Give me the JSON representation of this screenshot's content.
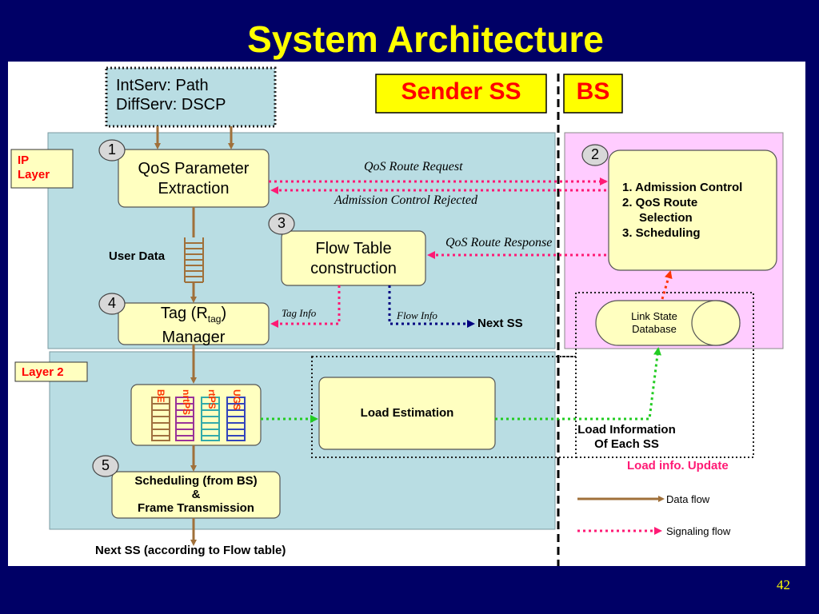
{
  "slide": {
    "title": "System Architecture",
    "number": "42"
  },
  "header": {
    "intserv": "IntServ: Path",
    "diffserv": "DiffServ: DSCP",
    "sender": "Sender SS",
    "bs": "BS"
  },
  "layers": {
    "ip": [
      "IP",
      "Layer"
    ],
    "layer2": "Layer 2"
  },
  "numbers": [
    "1",
    "2",
    "3",
    "4",
    "5"
  ],
  "blocks": {
    "qos_param": [
      "QoS Parameter",
      "Extraction"
    ],
    "flow_table": [
      "Flow Table",
      "construction"
    ],
    "tag_manager": {
      "line1": "Tag (R",
      "sub": "tag",
      "close": ")",
      "line2": "Manager"
    },
    "load_estimation": "Load Estimation",
    "scheduling": [
      "Scheduling (from BS)",
      "&",
      "Frame Transmission"
    ],
    "bs_functions": [
      "1. Admission Control",
      "2. QoS Route",
      "Selection",
      "3. Scheduling"
    ],
    "link_state": [
      "Link State",
      "Database"
    ],
    "queues": [
      "BE",
      "nrtPS",
      "rtPS",
      "UGS"
    ]
  },
  "signals": {
    "route_request": "QoS Route Request",
    "admission_rejected": "Admission Control Rejected",
    "route_response": "QoS Route Response",
    "tag_info": "Tag Info",
    "flow_info": "Flow Info"
  },
  "labels": {
    "user_data": "User Data",
    "next_ss": "Next SS",
    "next_ss_flow": "Next SS (according to Flow table)",
    "load_info": [
      "Load Information",
      "Of Each SS"
    ],
    "load_update": "Load info. Update"
  },
  "legend": {
    "data_flow": "Data flow",
    "signaling_flow": "Signaling flow"
  },
  "colors": {
    "background": "#000066",
    "title": "#ffff00",
    "ip_region": "#b9dde3",
    "bs_region": "#ffccff",
    "block": "#ffffc0",
    "data_arrow": "#a0703a",
    "signal_arrow": "#ff1a75",
    "flow_info_arrow": "#000080",
    "load_arrow": "#22cc22",
    "queue_be": "#a07040",
    "queue_nrtps": "#993399",
    "queue_rtps": "#33aaaa",
    "queue_ugs": "#3344bb"
  }
}
